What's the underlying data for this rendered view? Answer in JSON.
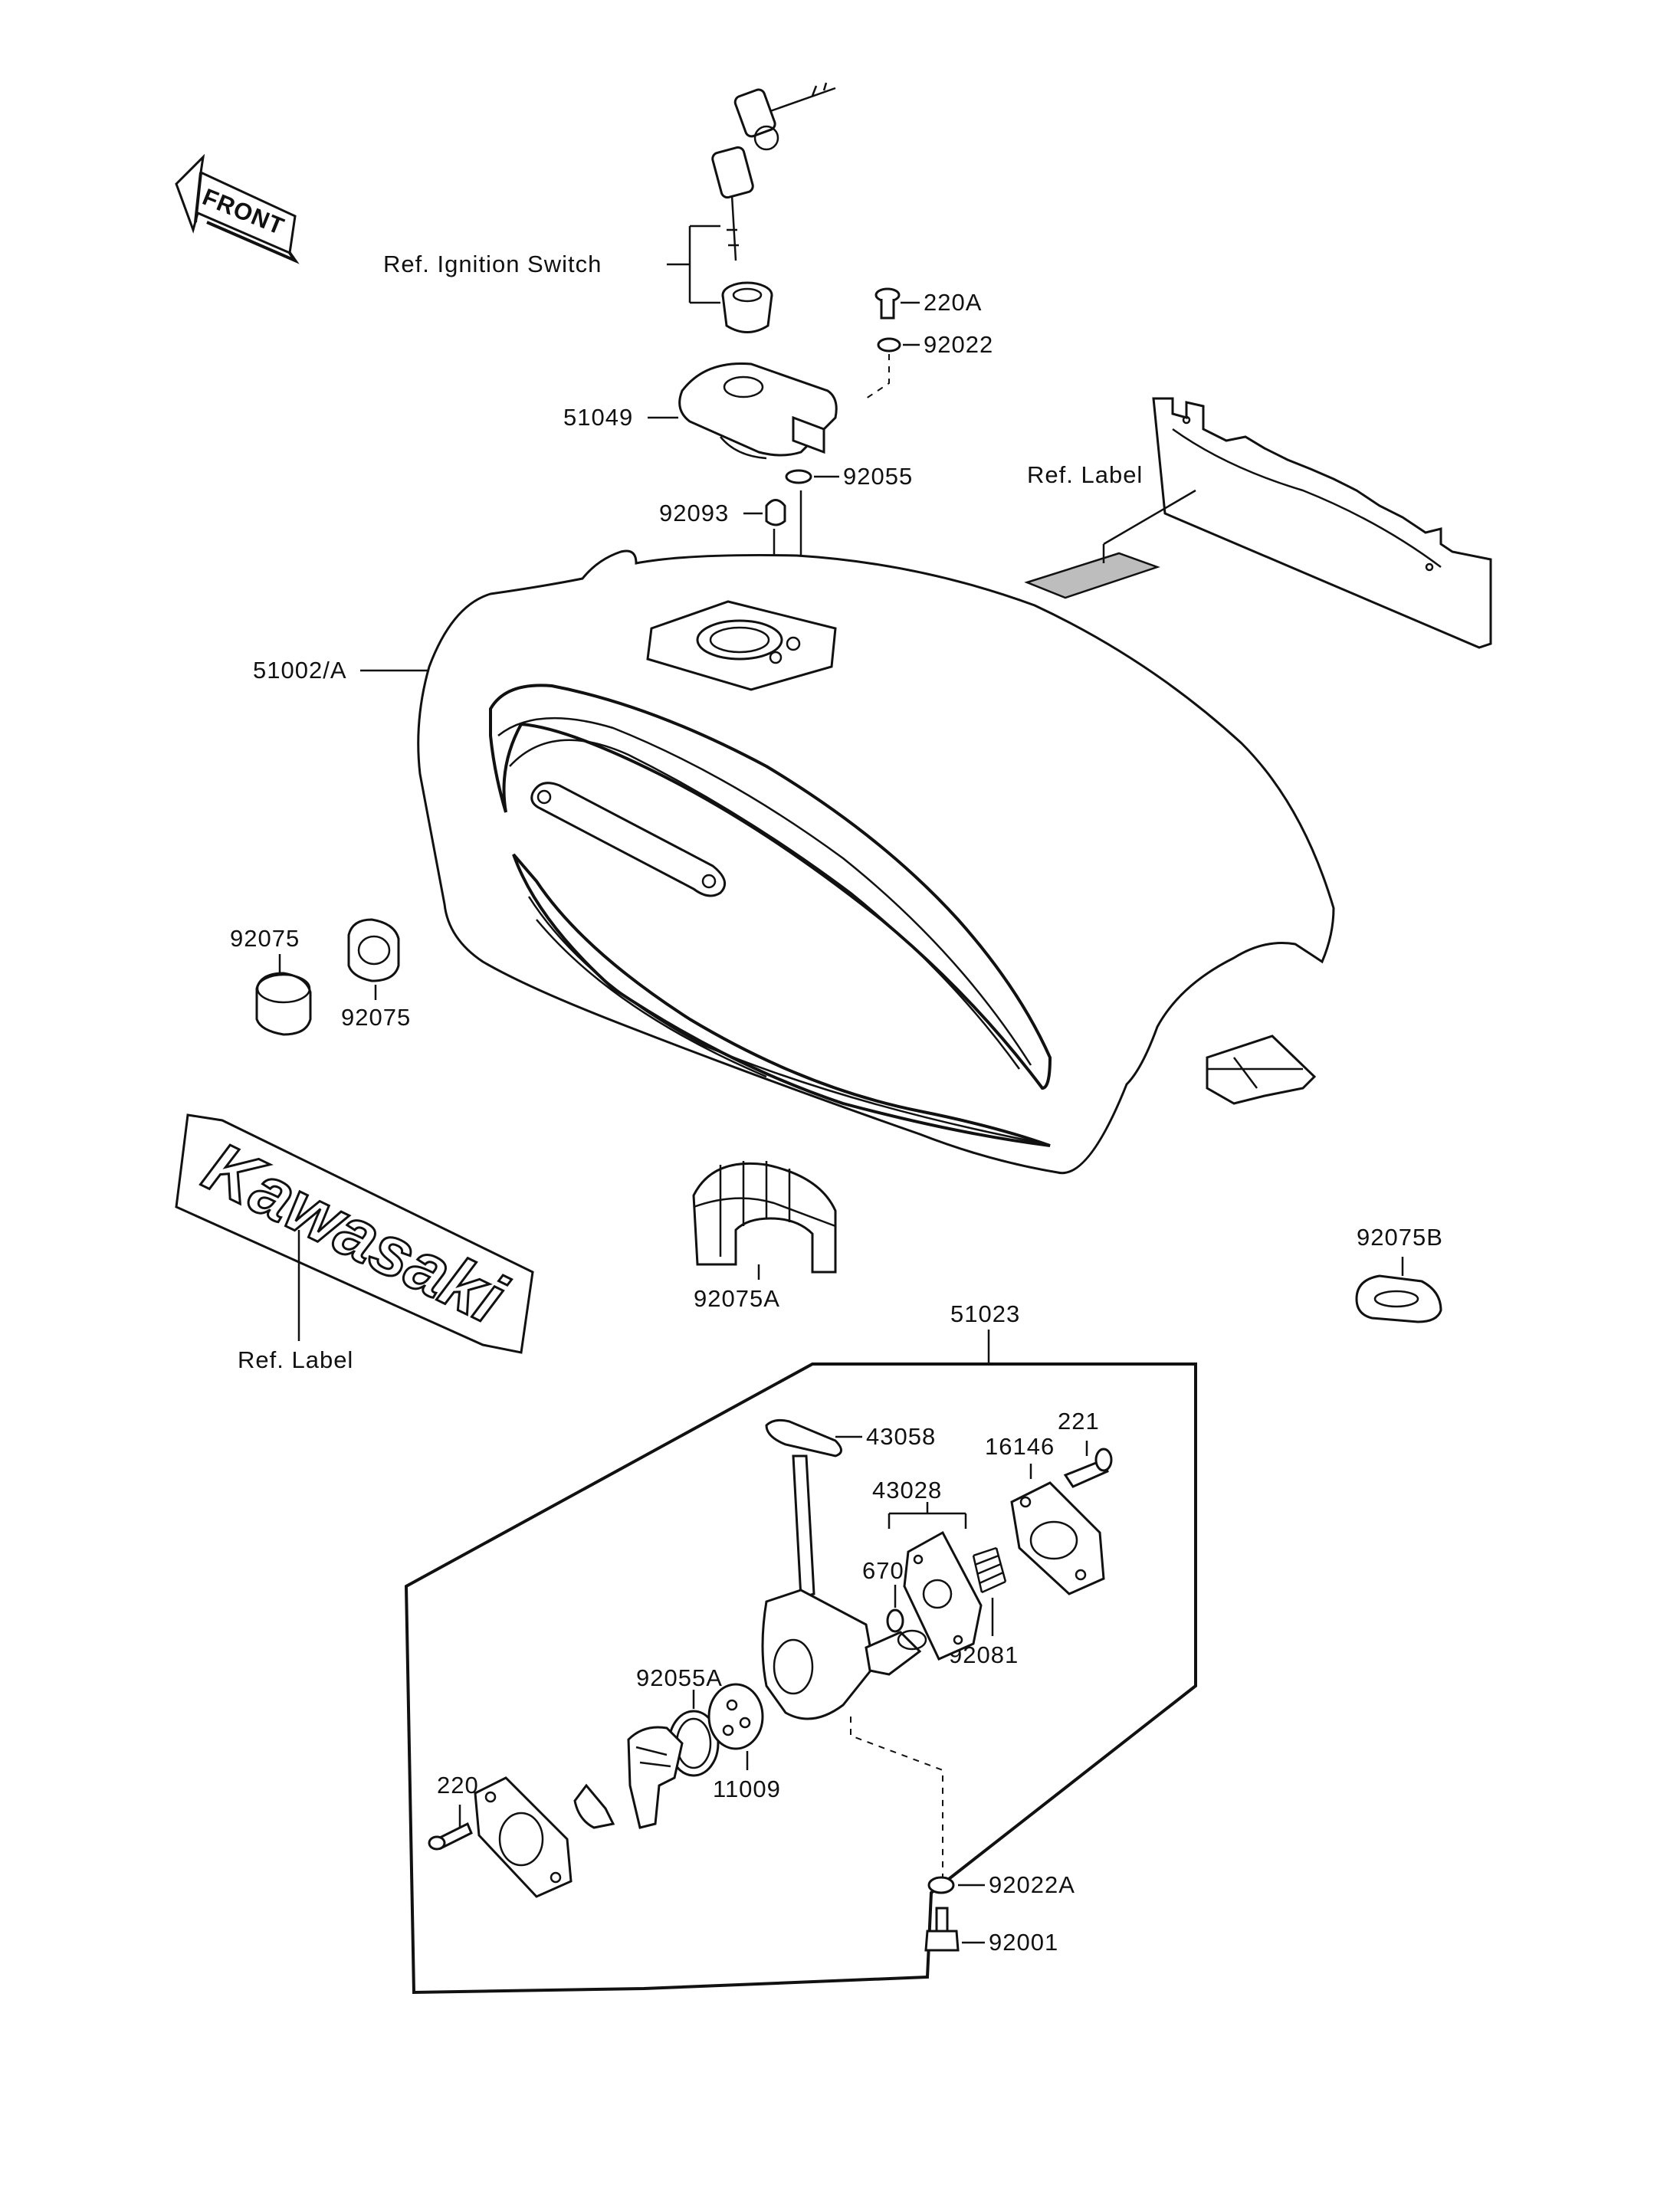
{
  "front_arrow": "FRONT",
  "brand_emblem": "Kawasaki",
  "labels": {
    "ref_ignition_switch": "Ref. Ignition Switch",
    "p220A": "220A",
    "p92022": "92022",
    "p51049": "51049",
    "p92055": "92055",
    "p92093": "92093",
    "ref_label_top": "Ref. Label",
    "p51002A": "51002/A",
    "p92075_a": "92075",
    "p92075_b": "92075",
    "ref_label_emblem": "Ref. Label",
    "p92075A": "92075A",
    "p92075B": "92075B",
    "p51023": "51023",
    "p43058": "43058",
    "p221": "221",
    "p16146": "16146",
    "p43028": "43028",
    "p670": "670",
    "p92081": "92081",
    "p92055A": "92055A",
    "p11009": "11009",
    "p220": "220",
    "p92022A": "92022A",
    "p92001": "92001"
  },
  "colors": {
    "ink": "#111111",
    "paper": "#ffffff",
    "shade": "#bdbdbd"
  }
}
